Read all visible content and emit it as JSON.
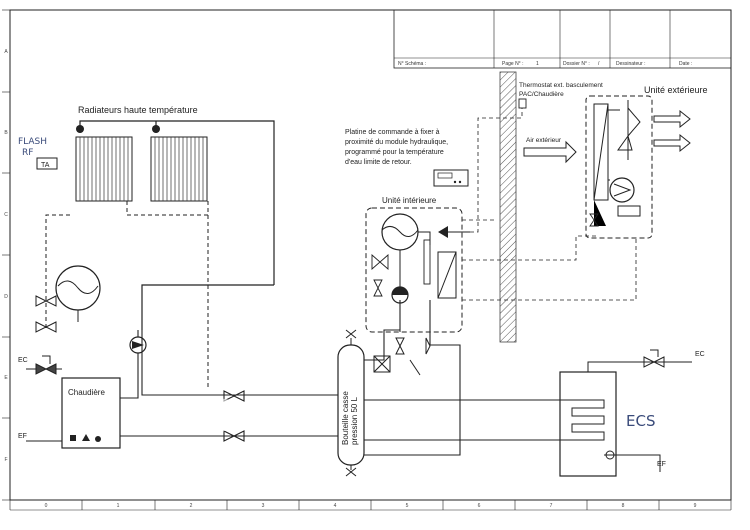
{
  "title_block": {
    "schema_label": "N° Schéma :",
    "page_label": "Page N° :",
    "page_value": "1",
    "dossier_label": "Dossier N° :",
    "dossier_value": "/",
    "designer_label": "Dessinateur :",
    "date_label": "Date :"
  },
  "grid": {
    "columns": [
      "0",
      "1",
      "2",
      "3",
      "4",
      "5",
      "6",
      "7",
      "8",
      "9"
    ],
    "rows": [
      "A",
      "B",
      "C",
      "D",
      "E",
      "F"
    ]
  },
  "labels": {
    "radiators": "Radiateurs haute température",
    "flash_rf_1": "FLASH",
    "flash_rf_2": "RF",
    "ta": "TA",
    "control_1": "Platine de commande à fixer à",
    "control_2": "proximité du module hydraulique,",
    "control_3": "programmé pour la température",
    "control_4": "d'eau limite de retour.",
    "thermostat_1": "Thermostat ext. basculement",
    "thermostat_2": "PAC/Chaudière",
    "outdoor_unit": "Unité extérieure",
    "outdoor_air": "Air extérieur",
    "indoor_unit": "Unité intérieure",
    "boiler": "Chaudière",
    "buffer_1": "Bouteille casse",
    "buffer_2": "pression 50 L",
    "ec_left": "EC",
    "ef_left": "EF",
    "ec_right": "EC",
    "ef_right": "EF",
    "ecs": "ECS"
  }
}
